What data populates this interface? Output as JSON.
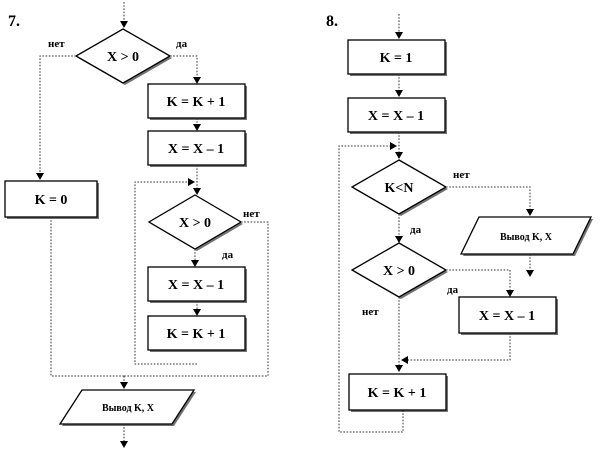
{
  "diagram7": {
    "number": "7.",
    "cond_top": "X > 0",
    "yes": "да",
    "no": "нет",
    "k_inc": "K = K + 1",
    "x_dec": "X = X – 1",
    "k_zero": "K = 0",
    "cond_loop": "X > 0",
    "loop_x_dec": "X = X – 1",
    "loop_k_inc": "K = K + 1",
    "output": "Вывод K, X"
  },
  "diagram8": {
    "number": "8.",
    "k_one": "K =  1",
    "x_dec": "X = X – 1",
    "cond_kn": "K<N",
    "no": "нет",
    "yes": "да",
    "output": "Вывод K, X",
    "cond_x": "X > 0",
    "x_dec2": "X = X – 1",
    "k_inc": "K = K + 1"
  }
}
